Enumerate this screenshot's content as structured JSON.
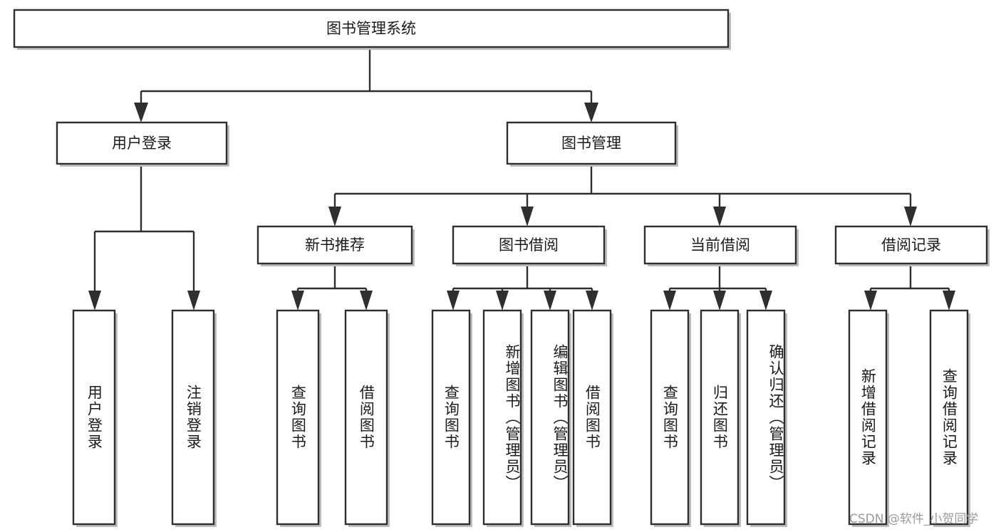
{
  "diagram": {
    "type": "tree",
    "title": "图书管理系统",
    "root": {
      "id": "root",
      "label": "图书管理系统"
    },
    "level2": [
      {
        "id": "user-login",
        "label": "用户登录"
      },
      {
        "id": "book-manage",
        "label": "图书管理"
      }
    ],
    "level3": [
      {
        "id": "new-book-rec",
        "label": "新书推荐"
      },
      {
        "id": "book-borrow",
        "label": "图书借阅"
      },
      {
        "id": "current-borrow",
        "label": "当前借阅"
      },
      {
        "id": "borrow-record",
        "label": "借阅记录"
      }
    ],
    "leaves": {
      "user_login": [
        {
          "id": "leaf-user-login",
          "label": "用户登录"
        },
        {
          "id": "leaf-logout",
          "label": "注销登录"
        }
      ],
      "new_book_rec": [
        {
          "id": "leaf-query-book-1",
          "label": "查询图书"
        },
        {
          "id": "leaf-borrow-book-1",
          "label": "借阅图书"
        }
      ],
      "book_borrow": [
        {
          "id": "leaf-query-book-2",
          "label": "查询图书"
        },
        {
          "id": "leaf-add-book",
          "label": "新增图书（管理员）"
        },
        {
          "id": "leaf-edit-book",
          "label": "编辑图书（管理员）"
        },
        {
          "id": "leaf-borrow-book-2",
          "label": "借阅图书"
        }
      ],
      "current_borrow": [
        {
          "id": "leaf-query-book-3",
          "label": "查询图书"
        },
        {
          "id": "leaf-return-book",
          "label": "归还图书"
        },
        {
          "id": "leaf-confirm-return",
          "label": "确认归还（管理员）"
        }
      ],
      "borrow_record": [
        {
          "id": "leaf-add-record",
          "label": "新增借阅记录"
        },
        {
          "id": "leaf-query-record",
          "label": "查询借阅记录"
        }
      ]
    }
  },
  "watermark": {
    "text": "CSDN @软件_小贺同学"
  },
  "colors": {
    "box_border": "#2f2f2f",
    "box_fill": "#ffffff",
    "box_shadow": "#bdbdbd",
    "connector": "#2f2f2f",
    "text": "#1a1a1a",
    "watermark": "#9a9a9a",
    "background": "#ffffff"
  }
}
